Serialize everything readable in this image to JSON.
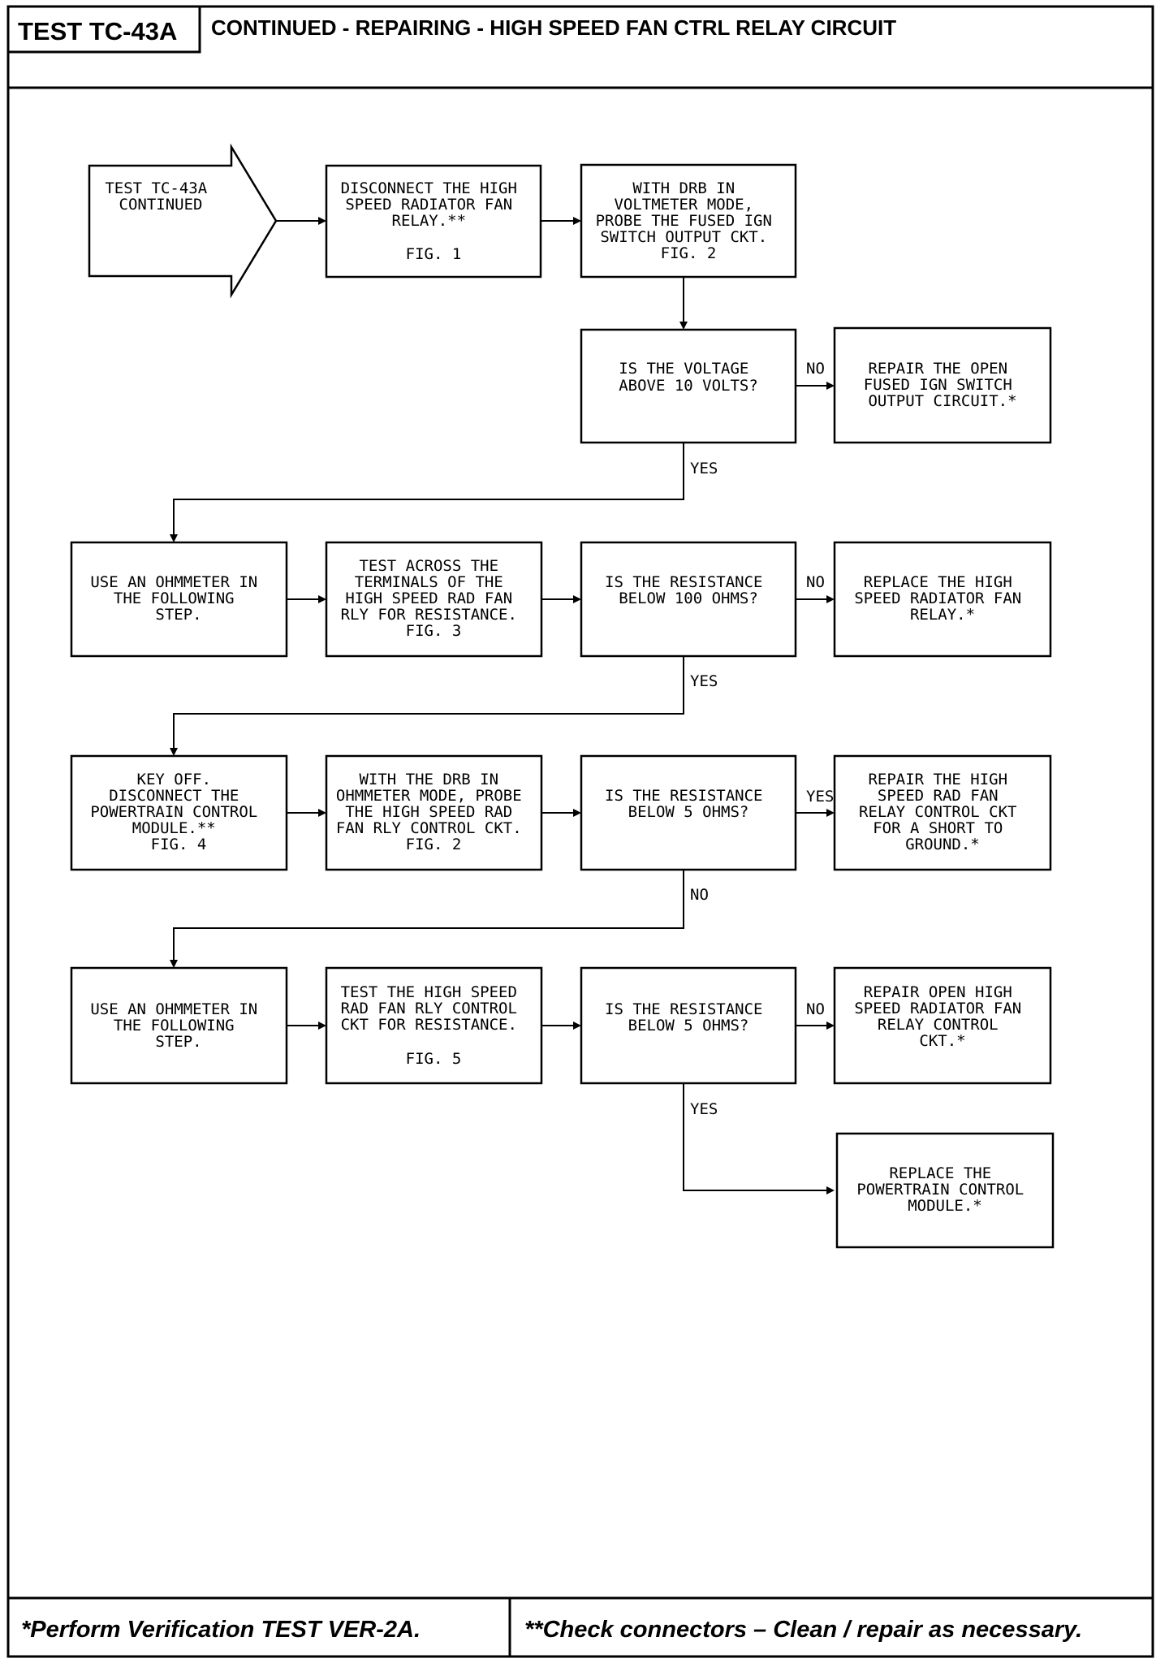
{
  "header": {
    "test_id": "TEST TC-43A",
    "title": "CONTINUED - REPAIRING - HIGH SPEED FAN CTRL RELAY CIRCUIT"
  },
  "flowchart": {
    "start": {
      "lines": [
        "TEST TC-43A",
        "CONTINUED"
      ]
    },
    "disconnect_relay": {
      "lines": [
        "DISCONNECT THE HIGH",
        "SPEED RADIATOR FAN",
        "RELAY.**",
        "FIG. 1"
      ]
    },
    "probe_fused_ign": {
      "lines": [
        "WITH DRB IN",
        "VOLTMETER MODE,",
        "PROBE THE FUSED IGN",
        "SWITCH OUTPUT CKT.",
        "FIG. 2"
      ]
    },
    "voltage_check": {
      "lines": [
        "IS THE VOLTAGE",
        "ABOVE 10 VOLTS?"
      ]
    },
    "repair_open_fused": {
      "lines": [
        "REPAIR THE OPEN",
        "FUSED IGN SWITCH",
        "OUTPUT CIRCUIT.*"
      ]
    },
    "use_ohmmeter_1": {
      "lines": [
        "USE AN OHMMETER IN",
        "THE FOLLOWING",
        "STEP."
      ]
    },
    "test_across_terminals": {
      "lines": [
        "TEST ACROSS THE",
        "TERMINALS OF THE",
        "HIGH SPEED RAD FAN",
        "RLY FOR RESISTANCE.",
        "FIG. 3"
      ]
    },
    "resistance_100": {
      "lines": [
        "IS THE RESISTANCE",
        "BELOW 100 OHMS?"
      ]
    },
    "replace_relay": {
      "lines": [
        "REPLACE THE HIGH",
        "SPEED RADIATOR FAN",
        "RELAY.*"
      ]
    },
    "key_off": {
      "lines": [
        "KEY OFF.",
        "DISCONNECT THE",
        "POWERTRAIN CONTROL",
        "MODULE.**",
        "FIG. 4"
      ]
    },
    "probe_rly_control": {
      "lines": [
        "WITH THE DRB IN",
        "OHMMETER MODE, PROBE",
        "THE HIGH SPEED RAD",
        "FAN RLY CONTROL CKT.",
        "FIG. 2"
      ]
    },
    "resistance_5_a": {
      "lines": [
        "IS THE RESISTANCE",
        "BELOW 5 OHMS?"
      ]
    },
    "repair_short": {
      "lines": [
        "REPAIR THE HIGH",
        "SPEED RAD FAN",
        "RELAY CONTROL CKT",
        "FOR A SHORT TO",
        "GROUND.*"
      ]
    },
    "use_ohmmeter_2": {
      "lines": [
        "USE AN OHMMETER IN",
        "THE FOLLOWING",
        "STEP."
      ]
    },
    "test_control_ckt": {
      "lines": [
        "TEST THE HIGH SPEED",
        "RAD FAN RLY CONTROL",
        "CKT FOR RESISTANCE.",
        "FIG. 5"
      ]
    },
    "resistance_5_b": {
      "lines": [
        "IS THE RESISTANCE",
        "BELOW 5 OHMS?"
      ]
    },
    "repair_open_control": {
      "lines": [
        "REPAIR OPEN HIGH",
        "SPEED RADIATOR FAN",
        "RELAY CONTROL",
        "CKT.*"
      ]
    },
    "replace_pcm": {
      "lines": [
        "REPLACE THE",
        "POWERTRAIN CONTROL",
        "MODULE.*"
      ]
    },
    "edge_labels": {
      "voltage_no": "NO",
      "voltage_yes": "YES",
      "res100_no": "NO",
      "res100_yes": "YES",
      "res5a_yes": "YES",
      "res5a_no": "NO",
      "res5b_no": "NO",
      "res5b_yes": "YES"
    }
  },
  "footer": {
    "note_single": "*Perform Verification TEST VER-2A.",
    "note_double": "**Check connectors – Clean / repair as necessary."
  }
}
